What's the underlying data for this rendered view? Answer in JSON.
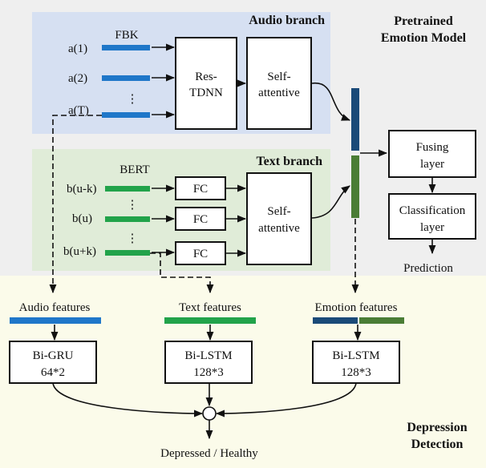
{
  "pretrained_model": {
    "title_line1": "Pretrained",
    "title_line2": "Emotion Model",
    "audio_branch": {
      "title": "Audio branch",
      "feature_label": "FBK",
      "inputs": [
        "a(1)",
        "a(2)",
        "a(T)"
      ],
      "vdots": "⋮",
      "encoder_line1": "Res-",
      "encoder_line2": "TDNN",
      "attention_line1": "Self-",
      "attention_line2": "attentive"
    },
    "text_branch": {
      "title": "Text branch",
      "feature_label": "BERT",
      "inputs": [
        "b(u-k)",
        "b(u)",
        "b(u+k)"
      ],
      "vdots": "⋮",
      "fc_label": "FC",
      "attention_line1": "Self-",
      "attention_line2": "attentive"
    },
    "fusing_line1": "Fusing",
    "fusing_line2": "layer",
    "classification_line1": "Classification",
    "classification_line2": "layer",
    "prediction": "Prediction"
  },
  "depression_detection": {
    "title_line1": "Depression",
    "title_line2": "Detection",
    "audio_features": "Audio features",
    "text_features": "Text features",
    "emotion_features": "Emotion features",
    "audio_model_line1": "Bi-GRU",
    "audio_model_line2": "64*2",
    "text_model_line1": "Bi-LSTM",
    "text_model_line2": "128*3",
    "emotion_model_line1": "Bi-LSTM",
    "emotion_model_line2": "128*3",
    "output": "Depressed / Healthy"
  },
  "colors": {
    "audio_bar": "#1f77c9",
    "text_bar": "#22a34a",
    "emotion_dark": "#1a4a78",
    "emotion_green": "#4a7d35",
    "pretrained_bg": "#efefef",
    "audio_bg": "#d6e0f2",
    "text_bg": "#e0ecd8",
    "detection_bg": "#fbfbea"
  }
}
